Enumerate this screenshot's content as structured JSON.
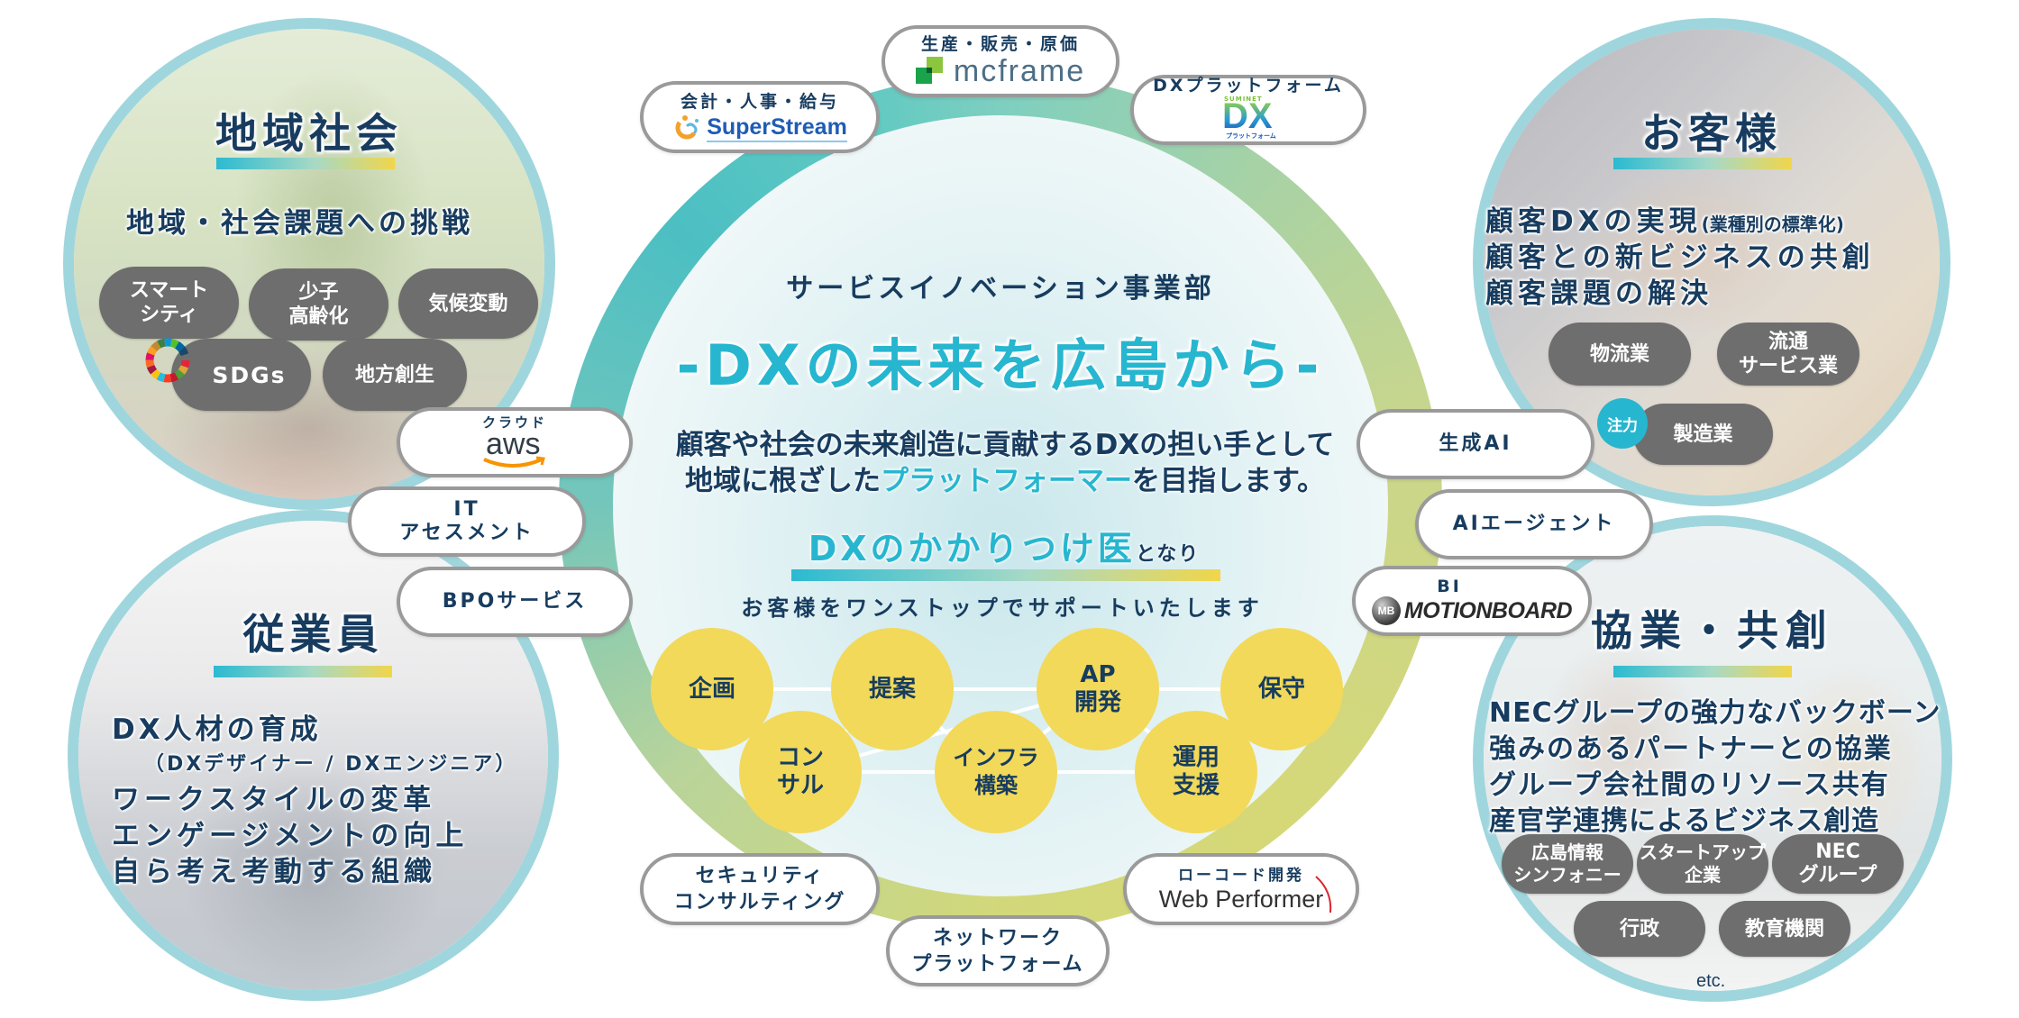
{
  "center": {
    "department": "サービスイノベーション事業部",
    "slogan": "-DXの未来を広島から-",
    "mission_line1": "顧客や社会の未来創造に貢献するDXの担い手として",
    "mission_line2_pre": "地域に根ざした",
    "mission_line2_highlight": "プラットフォーマー",
    "mission_line2_post": "を目指します。",
    "doctor_main": "DXのかかりつけ医",
    "doctor_suffix": "となり",
    "support": "お客様をワンストップでサポートいたします",
    "process_nodes": [
      {
        "label": "企画"
      },
      {
        "label": "提案"
      },
      {
        "label": "AP\n開発"
      },
      {
        "label": "保守"
      },
      {
        "label": "コン\nサル"
      },
      {
        "label": "インフラ\n構築"
      },
      {
        "label": "運用\n支援"
      }
    ]
  },
  "services": {
    "superstream": {
      "caption": "会計・人事・給与",
      "logo": "SuperStream"
    },
    "mcframe": {
      "caption": "生産・販売・原価",
      "logo": "mcframe"
    },
    "dx_platform": {
      "caption": "DXプラットフォーム",
      "logo": "DX",
      "logo_top": "SUMINET",
      "logo_bottom": "プラットフォーム"
    },
    "aws": {
      "caption": "クラウド",
      "logo": "aws"
    },
    "it_assessment": {
      "label": "IT\nアセスメント"
    },
    "bpo": {
      "label": "BPOサービス"
    },
    "gen_ai": {
      "label": "生成AI"
    },
    "ai_agent": {
      "label": "AIエージェント"
    },
    "motionboard": {
      "caption": "BI",
      "logo": "MotionBoard",
      "logo_mark": "MB"
    },
    "security": {
      "label": "セキュリティ\nコンサルティング"
    },
    "network": {
      "label": "ネットワーク\nプラットフォーム"
    },
    "web_performer": {
      "caption": "ローコード開発",
      "logo": "Web Performer"
    }
  },
  "stakeholders": {
    "community": {
      "title": "地域社会",
      "subtitle": "地域・社会課題への挑戦",
      "tags": [
        "スマート\nシティ",
        "少子\n高齢化",
        "気候変動",
        "SDGs",
        "地方創生"
      ]
    },
    "customers": {
      "title": "お客様",
      "lines": [
        "顧客DXの実現",
        "顧客との新ビジネスの共創",
        "顧客課題の解決"
      ],
      "line1_note": "(業種別の標準化)",
      "tags": [
        "物流業",
        "流通\nサービス業",
        "製造業"
      ],
      "focus_badge": "注力"
    },
    "employees": {
      "title": "従業員",
      "lines": [
        "DX人材の育成",
        "（DXデザイナー / DXエンジニア）",
        "ワークスタイルの変革",
        "エンゲージメントの向上",
        "自ら考え考動する組織"
      ]
    },
    "partners": {
      "title": "協業・共創",
      "lines": [
        "NECグループの強力なバックボーン",
        "強みのあるパートナーとの協業",
        "グループ会社間のリソース共有",
        "産官学連携によるビジネス創造"
      ],
      "tags": [
        "広島情報\nシンフォニー",
        "スタートアップ\n企業",
        "NEC\nグループ",
        "行政",
        "教育機関"
      ],
      "etc": "etc."
    }
  },
  "colors": {
    "navy": "#173c5f",
    "cyan": "#27b6cf",
    "node_yellow": "#f2d95a",
    "tag_gray": "#6e6e6e",
    "ring_teal": "#4cbfc3",
    "ring_olive": "#d6d877"
  }
}
